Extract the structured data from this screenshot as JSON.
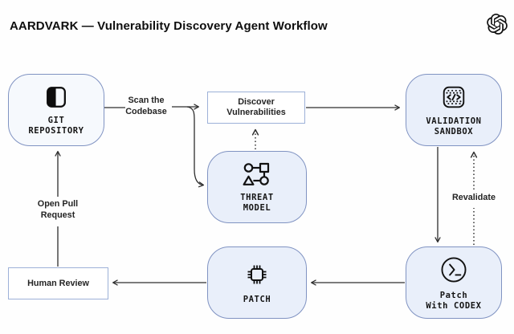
{
  "header": {
    "title": "AARDVARK — Vulnerability Discovery Agent Workflow",
    "logo": "openai-logo"
  },
  "nodes": {
    "git_repository": {
      "line1": "GIT",
      "line2": "REPOSITORY",
      "icon": "repository-icon"
    },
    "discover_vulnerabilities": {
      "line1": "Discover",
      "line2": "Vulnerabilities"
    },
    "validation_sandbox": {
      "line1": "VALIDATION",
      "line2": "SANDBOX",
      "icon": "sandbox-code-icon"
    },
    "threat_model": {
      "line1": "THREAT",
      "line2": "MODEL",
      "icon": "threat-model-diagram-icon"
    },
    "patch": {
      "line1": "PATCH",
      "icon": "chip-icon"
    },
    "patch_with_codex": {
      "line1": "Patch",
      "line2": "With CODEX",
      "icon": "terminal-icon"
    },
    "human_review": {
      "line1": "Human Review"
    }
  },
  "edges": {
    "scan_codebase": {
      "line1": "Scan the",
      "line2": "Codebase"
    },
    "open_pull_request": {
      "line1": "Open Pull",
      "line2": "Request"
    },
    "revalidate": {
      "line1": "Revalidate"
    }
  },
  "colors": {
    "node_fill": "#e9effa",
    "node_fill_light": "#f6f9fd",
    "node_border": "#8093c2",
    "rect_border": "#9db1d8",
    "arrow": "#2e2e2e",
    "text": "#151515",
    "background": "#fefefe"
  }
}
